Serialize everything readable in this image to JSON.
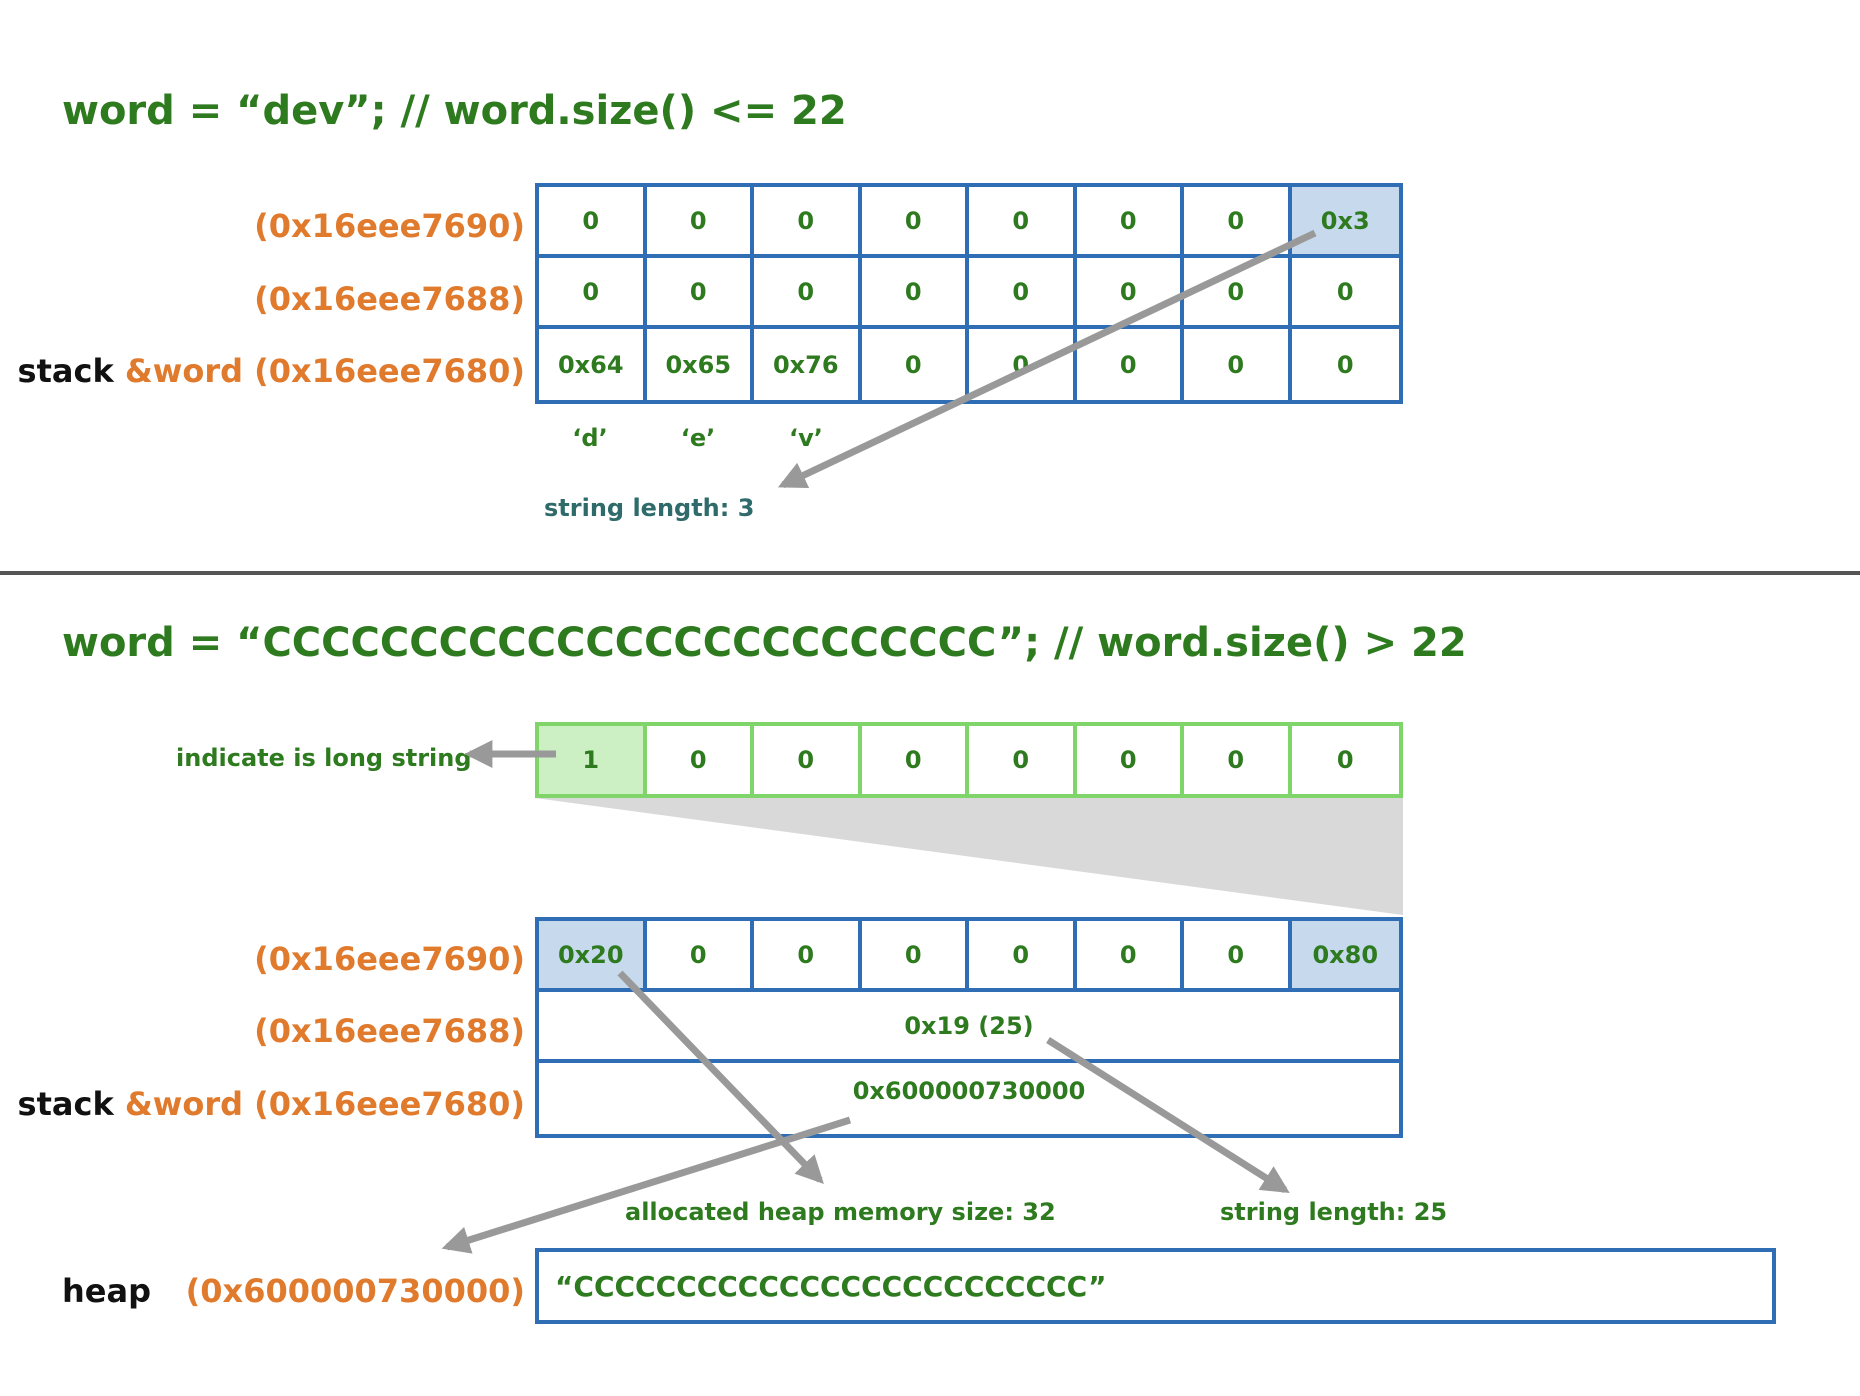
{
  "top": {
    "title": "word = “dev”;  // word.size() <= 22",
    "addr_rows": [
      {
        "prefix": "",
        "ref": "",
        "addr": "(0x16eee7690)"
      },
      {
        "prefix": "",
        "ref": "",
        "addr": "(0x16eee7688)"
      },
      {
        "prefix": "stack",
        "ref": "&word",
        "addr": "(0x16eee7680)"
      }
    ],
    "grid": [
      [
        "0",
        "0",
        "0",
        "0",
        "0",
        "0",
        "0",
        "0x3"
      ],
      [
        "0",
        "0",
        "0",
        "0",
        "0",
        "0",
        "0",
        "0"
      ],
      [
        "0x64",
        "0x65",
        "0x76",
        "0",
        "0",
        "0",
        "0",
        "0"
      ]
    ],
    "chars": [
      "‘d’",
      "‘e’",
      "‘v’"
    ],
    "length_note": "string length: 3"
  },
  "bottom": {
    "title": "word = “CCCCCCCCCCCCCCCCCCCCCCCCC”; // word.size() > 22",
    "flag_note": "indicate is long string",
    "flag_bits": [
      "1",
      "0",
      "0",
      "0",
      "0",
      "0",
      "0",
      "0"
    ],
    "addr_rows": [
      {
        "prefix": "",
        "ref": "",
        "addr": "(0x16eee7690)"
      },
      {
        "prefix": "",
        "ref": "",
        "addr": "(0x16eee7688)"
      },
      {
        "prefix": "stack",
        "ref": "&word",
        "addr": "(0x16eee7680)"
      }
    ],
    "grid_row0": [
      "0x20",
      "0",
      "0",
      "0",
      "0",
      "0",
      "0",
      "0x80"
    ],
    "size_value": "0x19 (25)",
    "pointer_value": "0x600000730000",
    "alloc_note": "allocated heap memory size: 32",
    "length_note": "string length: 25",
    "heap_label": "heap",
    "heap_addr": "(0x600000730000)",
    "heap_value": "“CCCCCCCCCCCCCCCCCCCCCCCCC”"
  },
  "colors": {
    "title_green": "#2e7a1f",
    "address_orange": "#e07a2c",
    "grid_blue": "#2f6db5",
    "highlight_blue": "#c7d9ec",
    "flag_green": "#7fd46a",
    "arrow_gray": "#999999"
  }
}
